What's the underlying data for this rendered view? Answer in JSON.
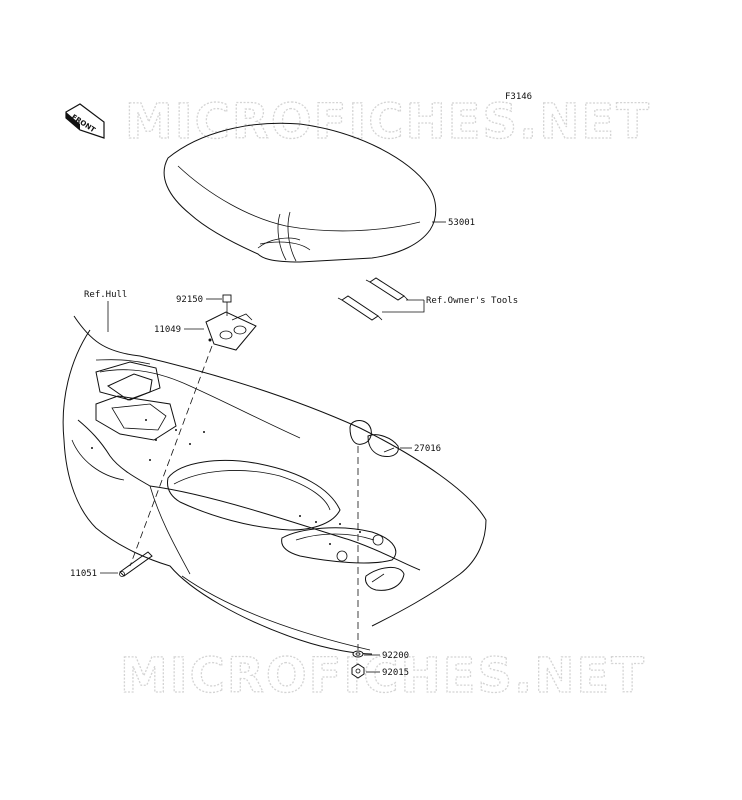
{
  "figure_code": "F3146",
  "front_badge": "FRONT",
  "watermark": "MICROFICHES.NET",
  "parts": {
    "seat": "53001",
    "bolt": "92150",
    "bracket": "11049",
    "ref_hull": "Ref.Hull",
    "owners_tools": "Ref.Owner's Tools",
    "cap": "27016",
    "strap": "11051",
    "washer": "92200",
    "nut": "92015"
  }
}
